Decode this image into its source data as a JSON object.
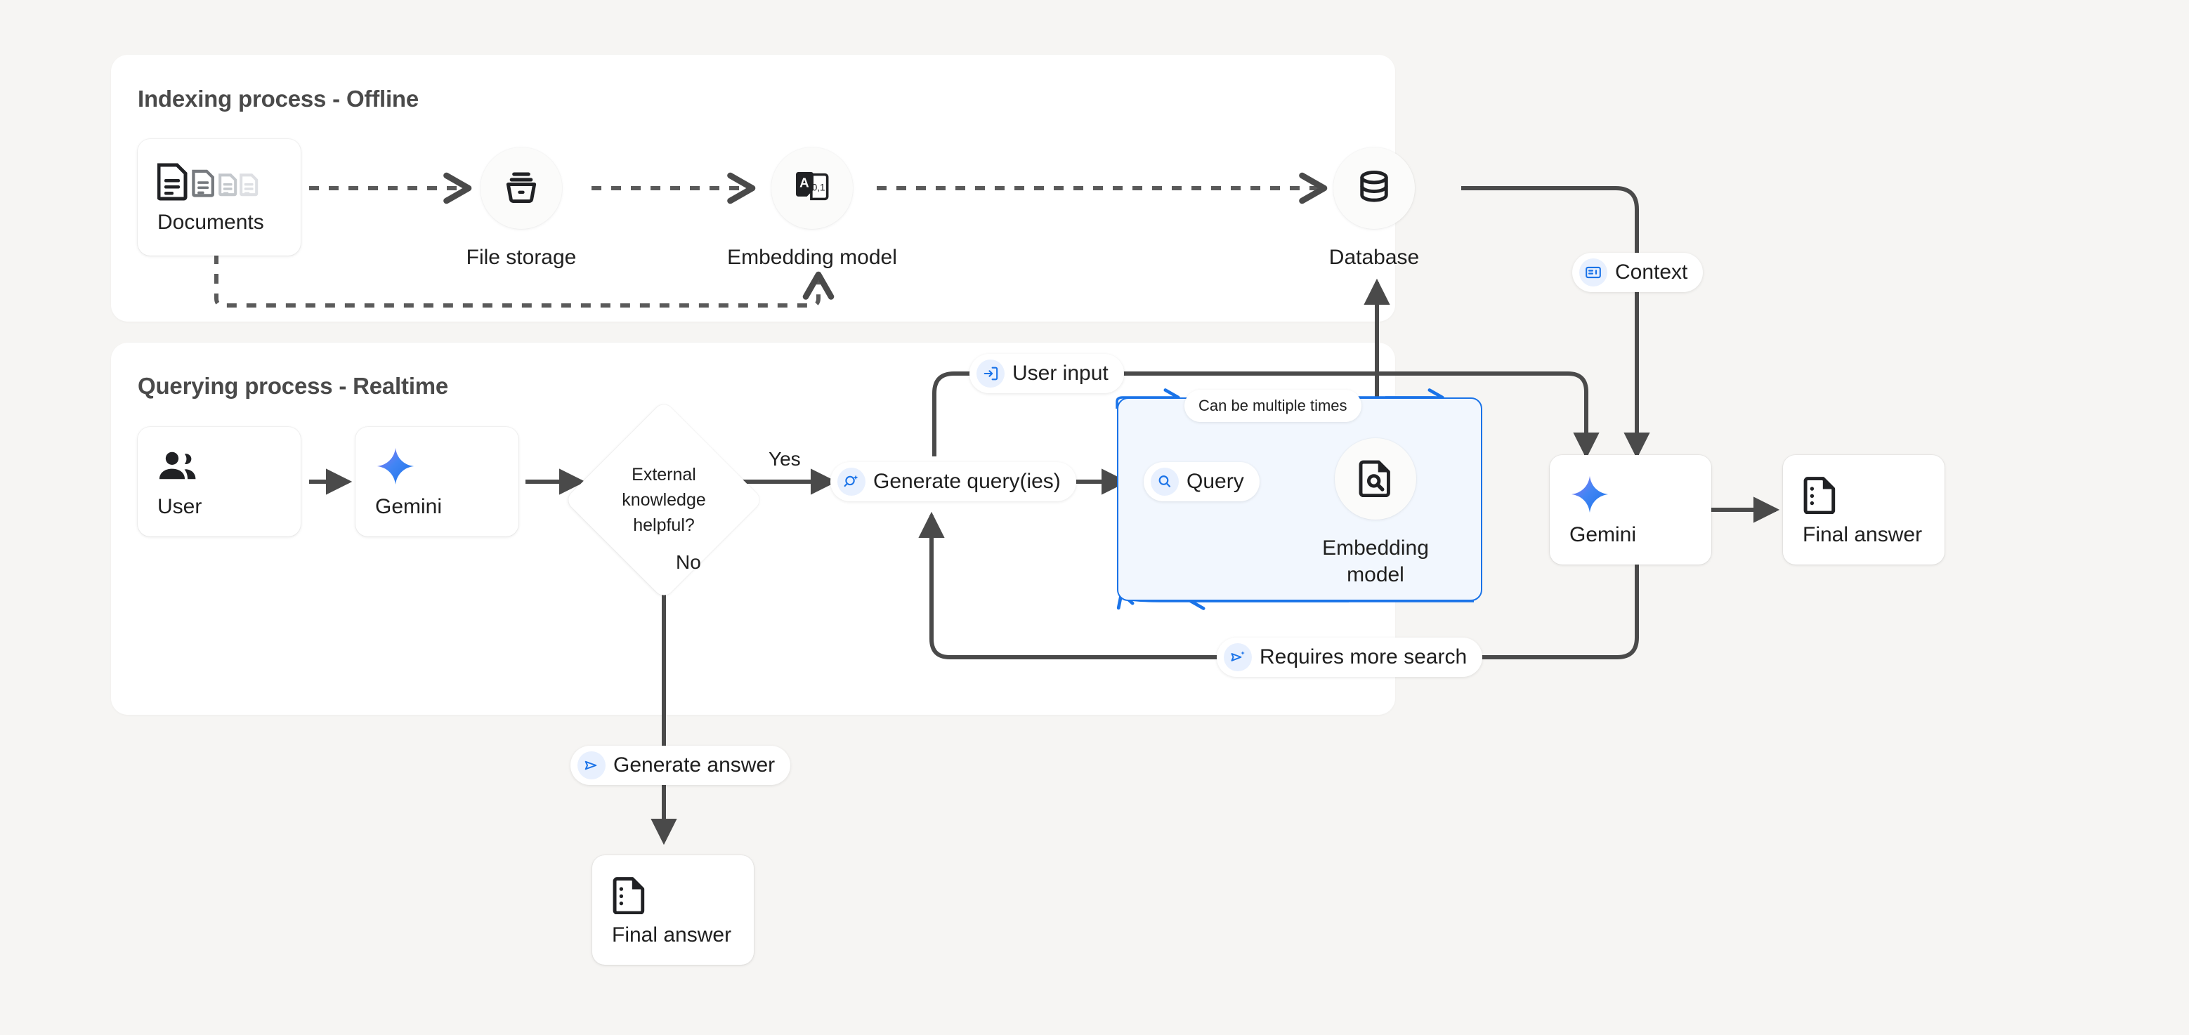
{
  "page": {
    "background_color": "#f6f5f3",
    "panel_color": "#ffffff",
    "accent_blue": "#1a73e8",
    "loop_fill": "#f2f7fe",
    "wire_color": "#4a4a4a"
  },
  "panels": [
    {
      "id": "indexing",
      "title": "Indexing process - Offline"
    },
    {
      "id": "querying",
      "title": "Querying process - Realtime"
    }
  ],
  "indexing": {
    "nodes": [
      {
        "name": "documents",
        "label": "Documents",
        "icon": "documents-stack-icon",
        "shape": "card"
      },
      {
        "name": "file-storage",
        "label": "File storage",
        "icon": "archive-box-icon",
        "shape": "circle"
      },
      {
        "name": "embedding-model",
        "label": "Embedding model",
        "icon": "text-to-vector-icon",
        "shape": "circle"
      },
      {
        "name": "database",
        "label": "Database",
        "icon": "database-cylinder-icon",
        "shape": "circle"
      }
    ]
  },
  "querying": {
    "nodes": [
      {
        "name": "user",
        "label": "User",
        "icon": "people-icon",
        "shape": "card"
      },
      {
        "name": "gemini-left",
        "label": "Gemini",
        "icon": "gemini-sparkle-icon",
        "shape": "card"
      },
      {
        "name": "embedding-model-query",
        "label": "Embedding model",
        "icon": "document-search-icon",
        "shape": "circle"
      },
      {
        "name": "gemini-right",
        "label": "Gemini",
        "icon": "gemini-sparkle-icon",
        "shape": "card"
      },
      {
        "name": "final-answer-right",
        "label": "Final answer",
        "icon": "answer-document-icon",
        "shape": "card"
      },
      {
        "name": "final-answer-bottom",
        "label": "Final answer",
        "icon": "answer-document-icon",
        "shape": "card"
      }
    ],
    "decision": {
      "name": "external-knowledge-decision",
      "line1": "External",
      "line2": "knowledge",
      "line3": "helpful?",
      "branch_yes": "Yes",
      "branch_no": "No"
    }
  },
  "pills": [
    {
      "name": "context-pill",
      "label": "Context",
      "icon": "context-card-icon",
      "badge": true
    },
    {
      "name": "user-input-pill",
      "label": "User input",
      "icon": "login-arrow-icon",
      "badge": true
    },
    {
      "name": "generate-query-pill",
      "label": "Generate query(ies)",
      "icon": "search-sparkle-icon",
      "badge": true
    },
    {
      "name": "query-pill",
      "label": "Query",
      "icon": "search-icon",
      "badge": true
    },
    {
      "name": "requires-more-search-pill",
      "label": "Requires more search",
      "icon": "send-sparkle-icon",
      "badge": true
    },
    {
      "name": "generate-answer-pill",
      "label": "Generate answer",
      "icon": "send-icon",
      "badge": true
    },
    {
      "name": "can-be-multiple-times-pill",
      "label": "Can be multiple times",
      "icon": "none",
      "badge": false
    }
  ],
  "labels": {
    "yes": "Yes",
    "no": "No"
  }
}
